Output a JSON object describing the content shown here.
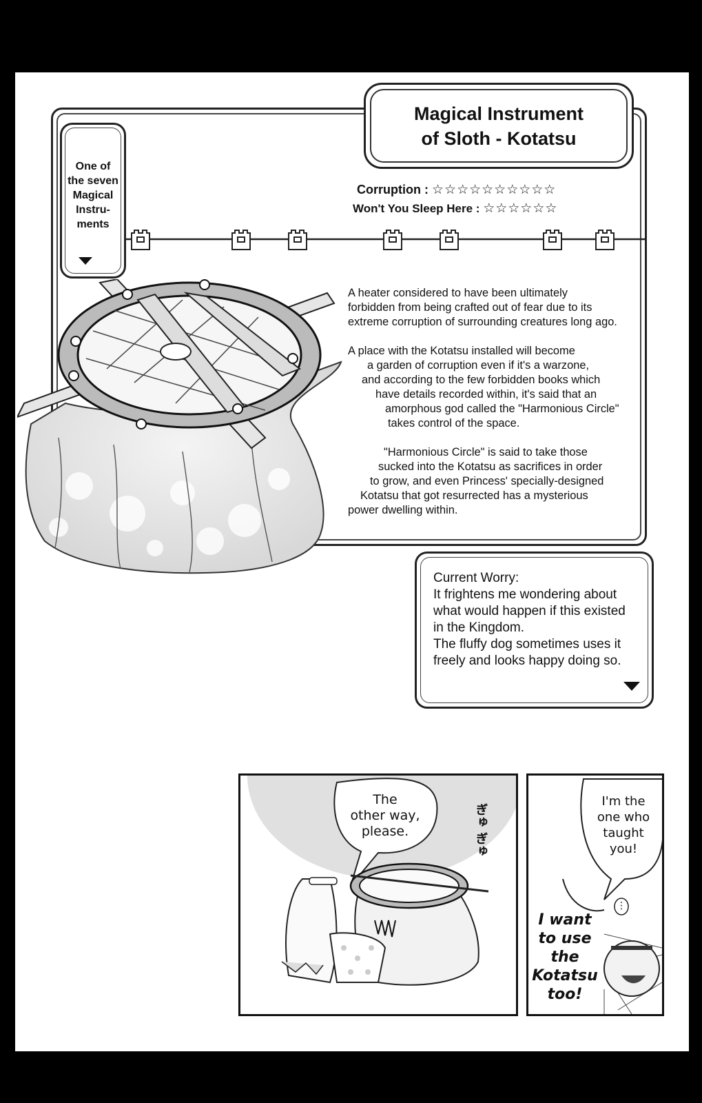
{
  "card": {
    "title_lines": "Magical Instrument\nof Sloth - Kotatsu",
    "side_label": "One of\nthe seven\nMagical\nInstru-\nments",
    "stats": [
      {
        "label": "Corruption :",
        "stars": "☆☆☆☆☆☆☆☆☆☆",
        "count": 10
      },
      {
        "label": "Won't You Sleep Here :",
        "stars": "☆☆☆☆☆☆",
        "count": 6
      }
    ],
    "description": [
      [
        "A heater considered to have been ultimately",
        "forbidden from being crafted out of fear due to its",
        "extreme corruption of surrounding creatures long ago."
      ],
      [
        "A place with the Kotatsu installed will become",
        "a garden of corruption even if it's a warzone,",
        "and according to the few forbidden books which",
        "have details recorded within, it's said that an",
        "amorphous god called the \"Harmonious Circle\"",
        "takes control of the space."
      ],
      [
        "\"Harmonious Circle\" is said to take those",
        "sucked into the Kotatsu as sacrifices in order",
        "to grow, and even Princess' specially-designed",
        "Kotatsu that got resurrected has a mysterious",
        "power dwelling within."
      ]
    ],
    "worry": [
      "Current Worry:",
      "It frightens me wondering about",
      "what would happen if this existed",
      "in the Kingdom.",
      "The fluffy dog sometimes uses it",
      "freely and looks happy doing so."
    ]
  },
  "comic": {
    "panel1_bubble": "The\nother way,\nplease.",
    "panel1_sfx": "ぎゅ ぎゅ",
    "panel2_bubble": "I'm the\none who\ntaught\nyou!",
    "panel2_shout": "I want\nto use\nthe\nKotatsu\ntoo!",
    "panel2_small": "⋮"
  }
}
